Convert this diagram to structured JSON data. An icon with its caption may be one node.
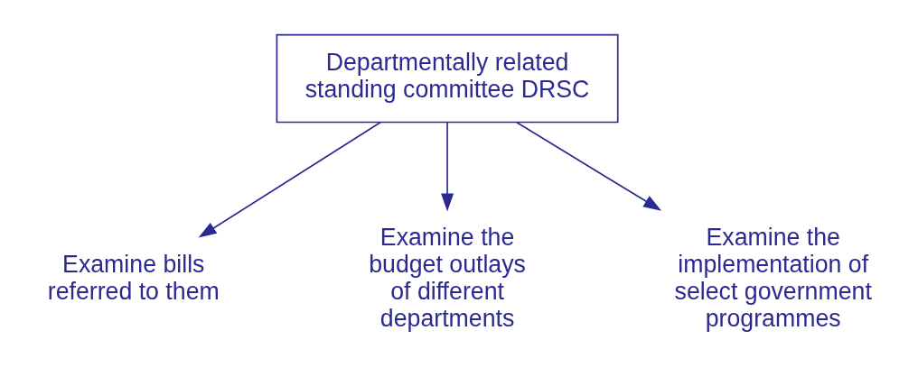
{
  "diagram": {
    "nodes": [
      {
        "text": [
          "Departmentally related standing committee DRSC"
        ]
      },
      {
        "text": [
          "Examine bills referred to them"
        ]
      },
      {
        "text": [
          "Examine the budget outlays of different departments"
        ]
      },
      {
        "text": [
          "Examine the implementation of select government programmes"
        ]
      }
    ],
    "edges": [
      {
        "from": 0,
        "to": 1,
        "arrow": "to"
      },
      {
        "from": 0,
        "to": 2,
        "arrow": "to"
      },
      {
        "from": 0,
        "to": 3,
        "arrow": "to"
      }
    ]
  }
}
